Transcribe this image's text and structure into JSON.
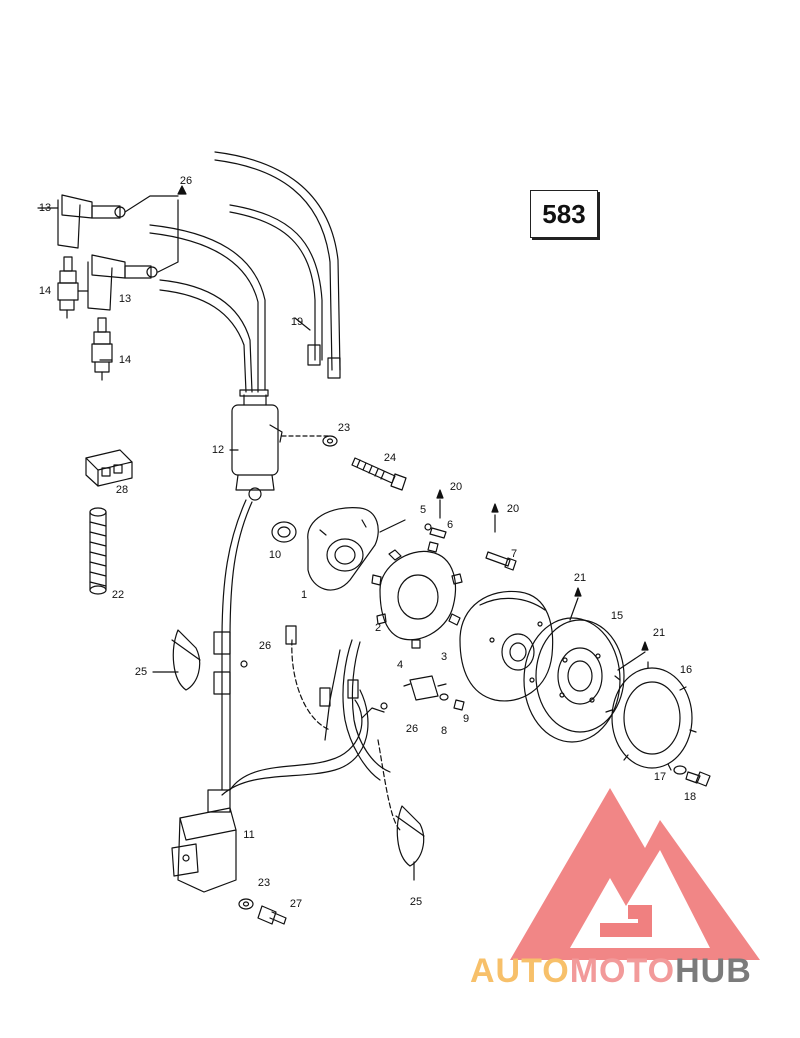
{
  "page_number": "583",
  "watermark": {
    "part1": "AUTO",
    "part2": "MOTO",
    "part3": "HUB"
  },
  "labels": {
    "p1": "1",
    "p2": "2",
    "p3": "3",
    "p4": "4",
    "p5": "5",
    "p6": "6",
    "p7": "7",
    "p8": "8",
    "p9": "9",
    "p10": "10",
    "p11": "11",
    "p12": "12",
    "p13a": "13",
    "p13b": "13",
    "p14a": "14",
    "p14b": "14",
    "p15": "15",
    "p16": "16",
    "p17": "17",
    "p18": "18",
    "p19": "19",
    "p20a": "20",
    "p20b": "20",
    "p21a": "21",
    "p21b": "21",
    "p22": "22",
    "p23a": "23",
    "p23b": "23",
    "p24": "24",
    "p25a": "25",
    "p25b": "25",
    "p26a": "26",
    "p26b": "26",
    "p26c": "26",
    "p27": "27",
    "p28": "28"
  },
  "colors": {
    "line": "#111111",
    "wm_red": "#f08080",
    "wm_orange": "#f7c06a",
    "wm_gray": "#7b7b7b"
  }
}
